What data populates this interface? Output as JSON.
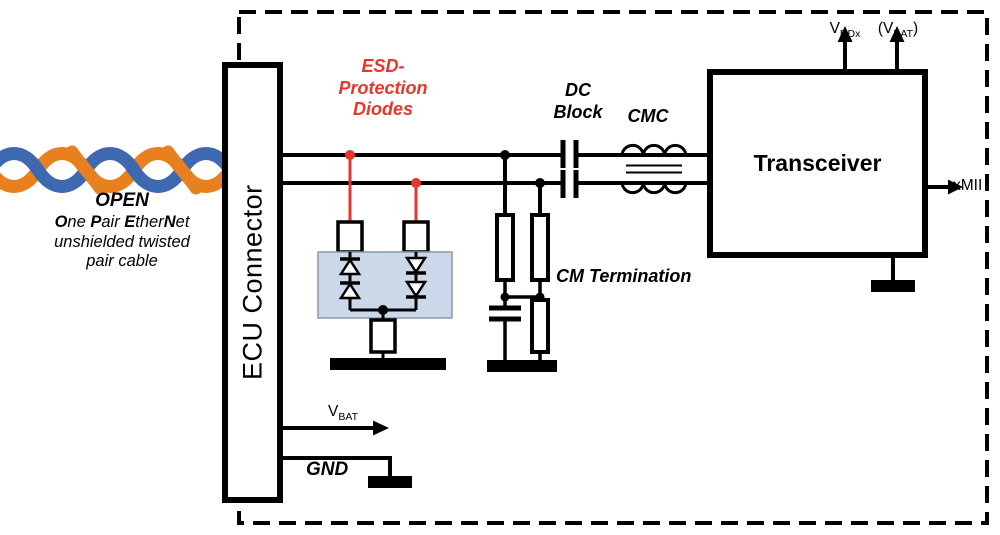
{
  "colors": {
    "esd_red": "#e8362b",
    "cable_orange": "#e8801f",
    "cable_blue": "#3e68b0",
    "esd_box_fill": "#ccd8ea",
    "wire_black": "#000000"
  },
  "cable": {
    "title": "OPEN",
    "name_b1": "O",
    "name_r1": "ne ",
    "name_b2": "P",
    "name_r2": "air ",
    "name_b3": "E",
    "name_r3": "ther",
    "name_b4": "N",
    "name_r4": "et",
    "desc": "unshielded twisted\npair cable"
  },
  "ecu_connector": {
    "label": "ECU Connector"
  },
  "esd": {
    "label": "ESD-\nProtection\nDiodes"
  },
  "dc_block": {
    "label": "DC\nBlock"
  },
  "cmc": {
    "label": "CMC"
  },
  "cm_termination": {
    "label": "CM Termination"
  },
  "transceiver": {
    "label": "Transceiver",
    "pin_vddx_main": "V",
    "pin_vddx_sub": "DDx",
    "pin_vbat_pre": "(V",
    "pin_vbat_sub": "BAT",
    "pin_vbat_post": ")",
    "pin_xmii": "xMII"
  },
  "power": {
    "vbat_main": "V",
    "vbat_sub": "BAT",
    "gnd": "GND"
  }
}
